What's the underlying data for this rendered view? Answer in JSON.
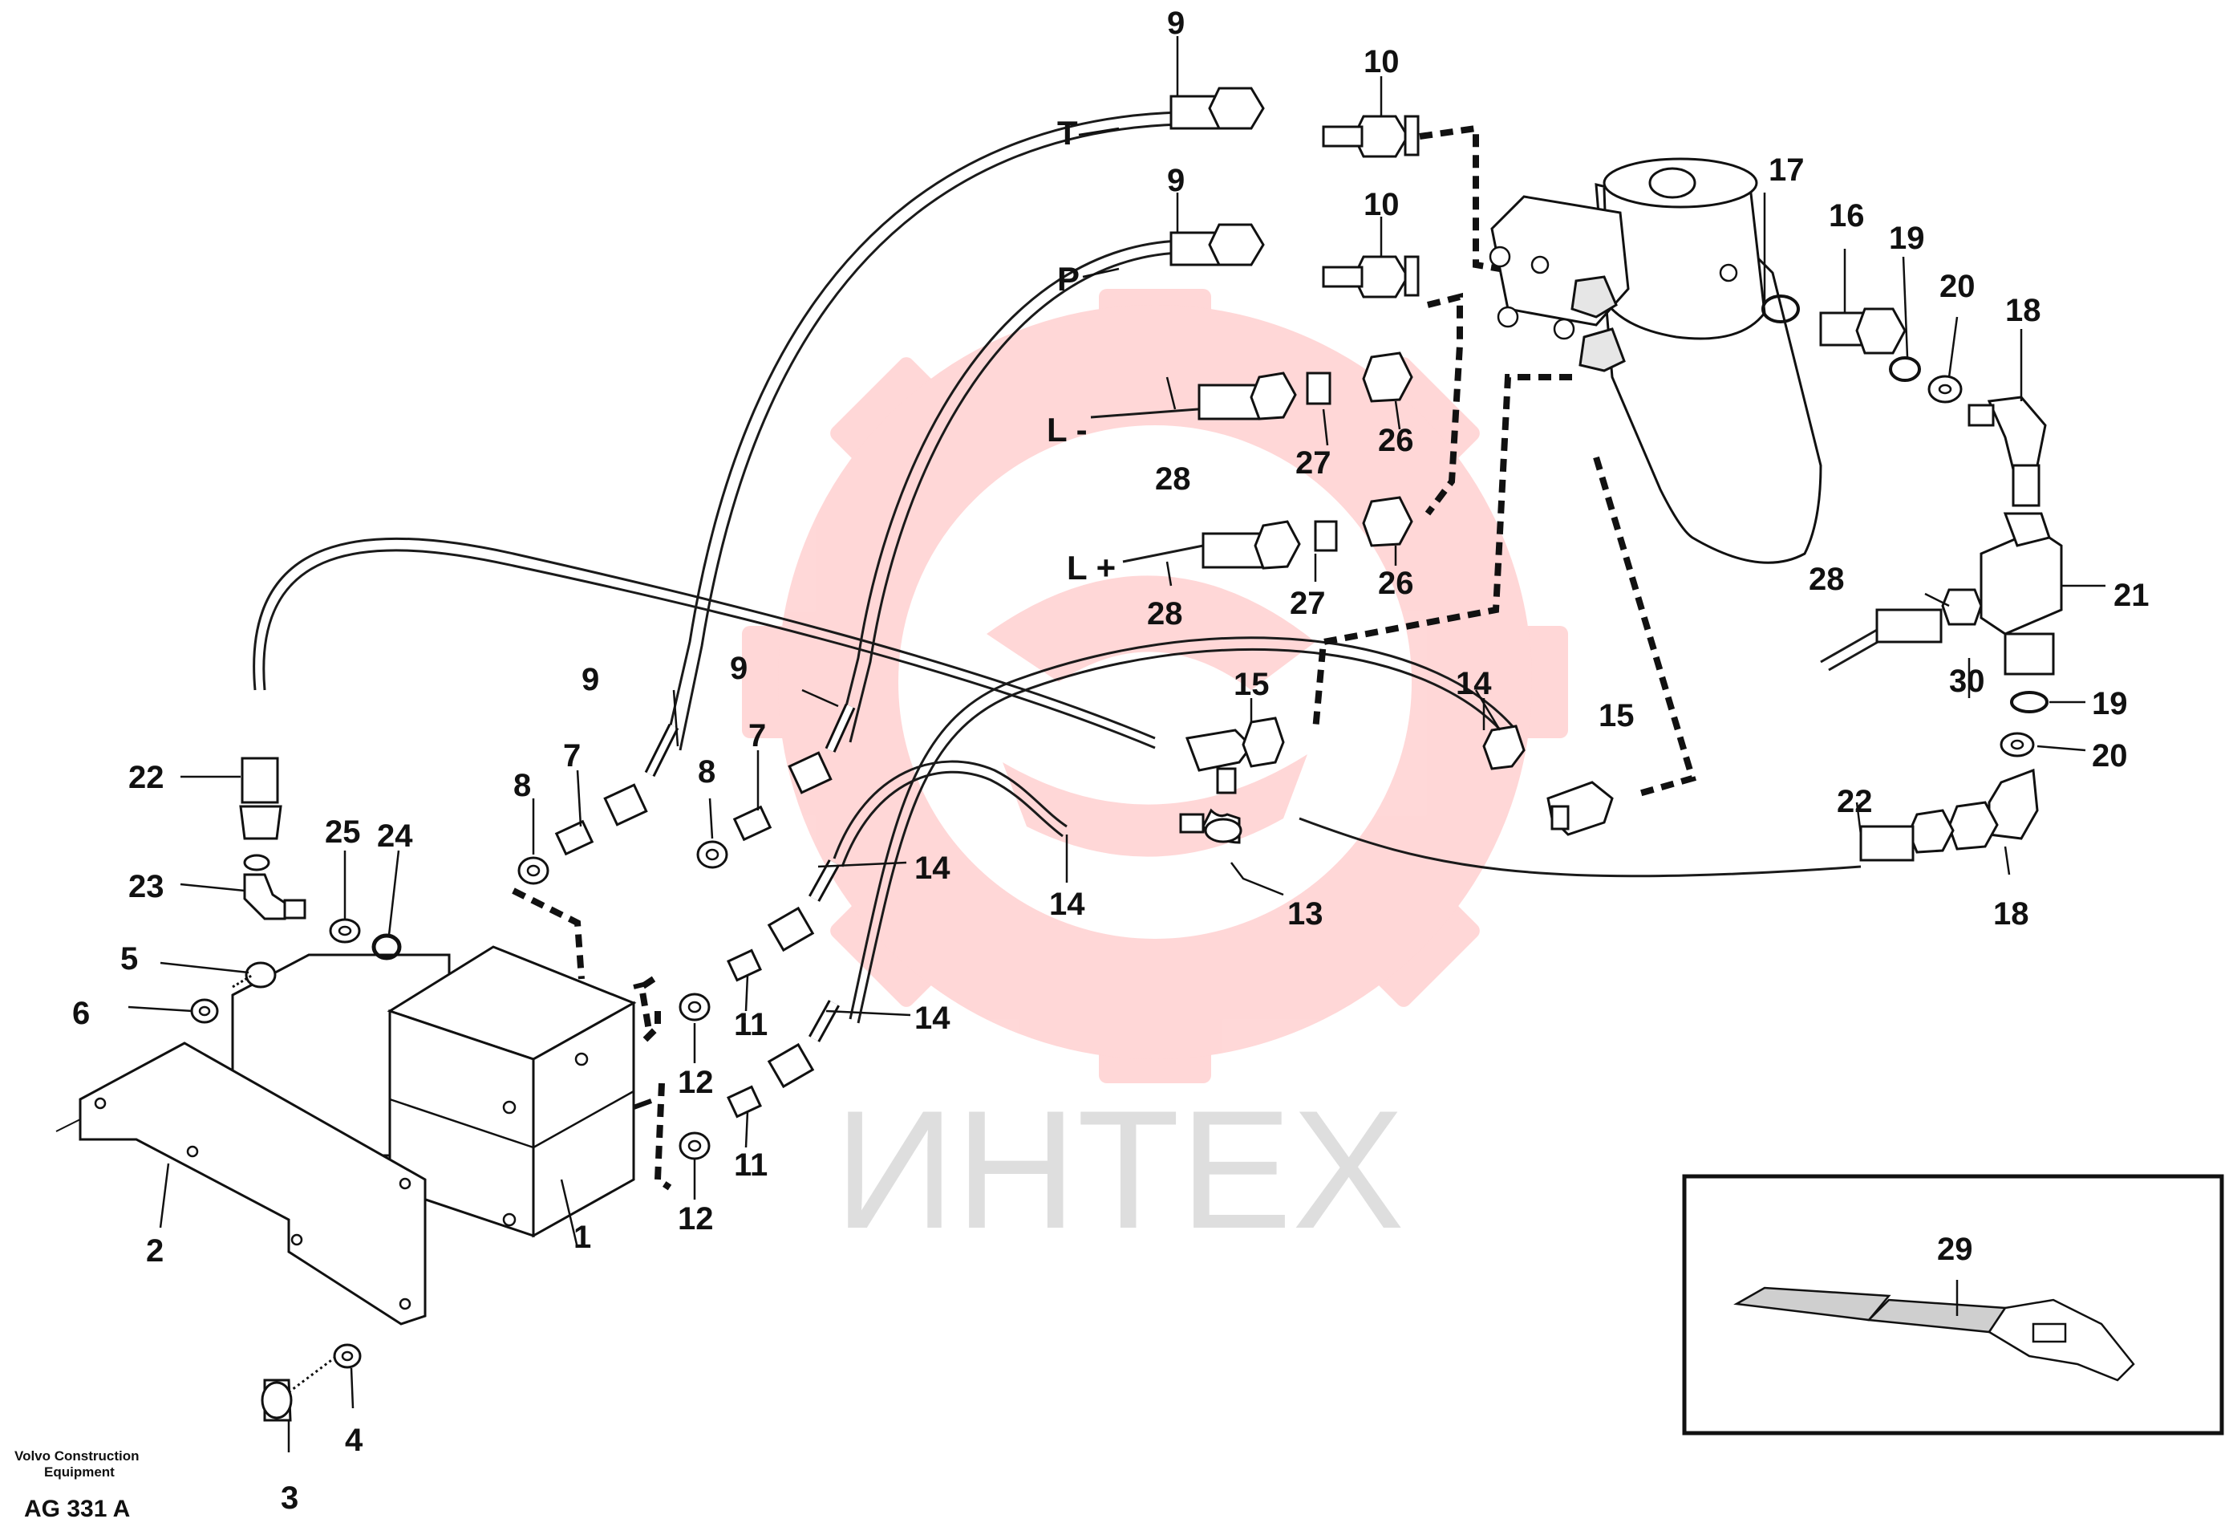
{
  "watermark": {
    "text": "ИНТЕХ",
    "color": "#ff3b3b"
  },
  "ports": {
    "t": "T",
    "p": "P",
    "l_minus": "L -",
    "l_plus": "L +"
  },
  "callouts": {
    "c1": "1",
    "c2": "2",
    "c3": "3",
    "c4": "4",
    "c5": "5",
    "c6": "6",
    "c7a": "7",
    "c7b": "7",
    "c8a": "8",
    "c8b": "8",
    "c9a": "9",
    "c9b": "9",
    "c9c": "9",
    "c9d": "9",
    "c10a": "10",
    "c10b": "10",
    "c11a": "11",
    "c11b": "11",
    "c12a": "12",
    "c12b": "12",
    "c13": "13",
    "c14a": "14",
    "c14b": "14",
    "c14c": "14",
    "c14d": "14",
    "c15a": "15",
    "c15b": "15",
    "c16": "16",
    "c17": "17",
    "c18a": "18",
    "c18b": "18",
    "c19a": "19",
    "c19b": "19",
    "c20a": "20",
    "c20b": "20",
    "c21": "21",
    "c22a": "22",
    "c22b": "22",
    "c23": "23",
    "c24": "24",
    "c25": "25",
    "c26a": "26",
    "c26b": "26",
    "c27a": "27",
    "c27b": "27",
    "c28a": "28",
    "c28b": "28",
    "c28c": "28",
    "c29": "29",
    "c30": "30"
  },
  "footer": {
    "credit_line1": "Volvo Construction",
    "credit_line2": "Equipment",
    "drawing_code": "AG 331 A"
  }
}
